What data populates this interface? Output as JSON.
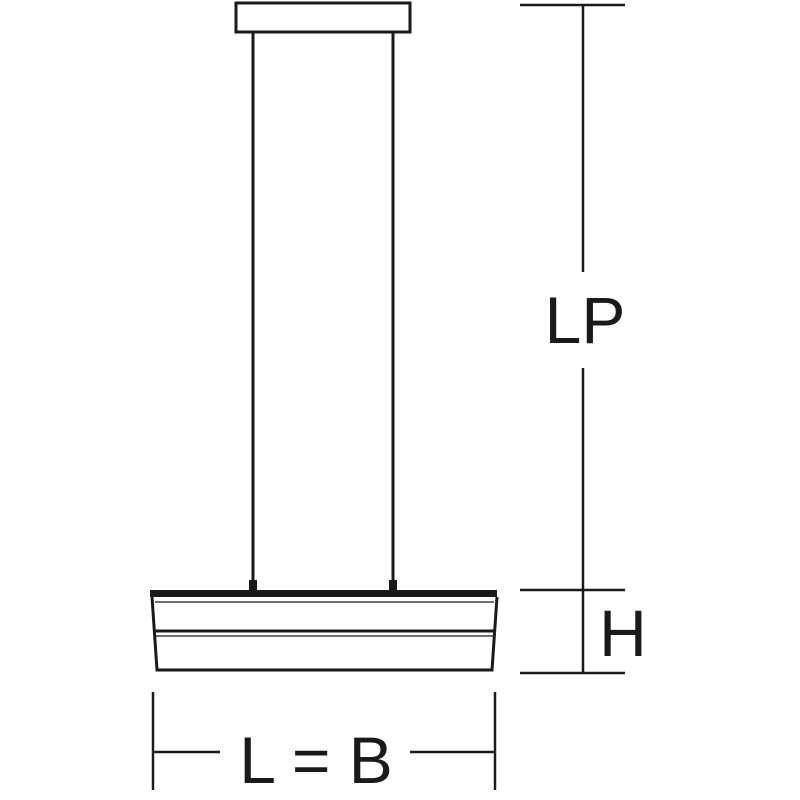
{
  "labels": {
    "suspension_length": "LP",
    "height": "H",
    "length_width": "L = B"
  }
}
